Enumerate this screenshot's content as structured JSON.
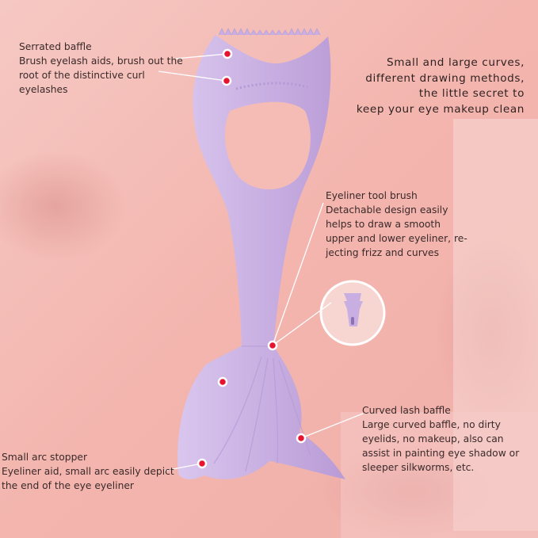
{
  "headline": {
    "lines": [
      "Small and large curves,",
      "different drawing methods,",
      "the little secret to",
      "keep your eye makeup clean"
    ]
  },
  "callouts": {
    "serrated_baffle": {
      "title": "Serrated baffle",
      "lines": [
        "Brush eyelash aids, brush out the",
        "root of the distinctive curl",
        "eyelashes"
      ]
    },
    "eyeliner_brush": {
      "title": "Eyeliner tool brush",
      "lines": [
        "Detachable design easily",
        "helps to draw a smooth",
        "upper and lower eyeliner, re-",
        "jecting frizz and curves"
      ]
    },
    "curved_lash_baffle": {
      "title": "Curved lash baffle",
      "lines": [
        "Large curved baffle, no dirty",
        "eyelids, no makeup, also can",
        "assist in painting eye shadow or",
        "sleeper silkworms, etc."
      ]
    },
    "small_arc_stopper": {
      "title": "Small arc stopper",
      "lines": [
        "Eyeliner aid, small arc easily depict",
        "the end of the eye eyeliner"
      ]
    }
  },
  "colors": {
    "background": "#f2b8b3",
    "tool": "#cdb4e4",
    "marker": "#e8132f"
  }
}
